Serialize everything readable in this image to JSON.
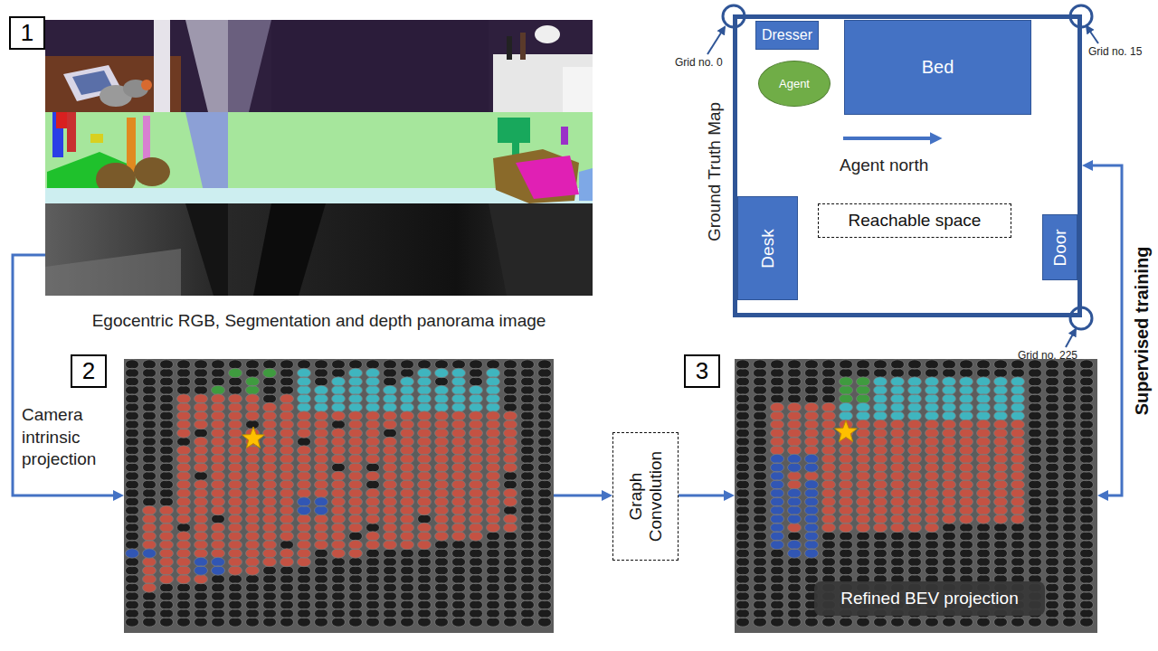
{
  "diagram": {
    "nodes": [
      {
        "text": [
          "1",
          "Egocentric RGB, Segmentation and depth panorama image"
        ]
      },
      {
        "text": [
          "Ground Truth Map"
        ]
      },
      {
        "text": [
          "Dresser"
        ],
        "in": 1
      },
      {
        "text": [
          "Agent"
        ],
        "in": 1
      },
      {
        "text": [
          "Bed"
        ],
        "in": 1
      },
      {
        "text": [
          "Reachable space"
        ],
        "in": 1
      },
      {
        "text": [
          "Desk"
        ],
        "in": 1
      },
      {
        "text": [
          "Door"
        ],
        "in": 1
      },
      {
        "text": [
          "2"
        ]
      },
      {
        "text": [
          "Graph Convolution"
        ]
      },
      {
        "text": [
          "3"
        ]
      },
      {
        "text": [
          "Refined BEV projection"
        ],
        "in": 10
      }
    ],
    "edges": [
      {
        "from": 0,
        "to": 8,
        "arrow": "to",
        "label": "Camera intrinsic projection"
      },
      {
        "from": 8,
        "to": 9,
        "arrow": "to"
      },
      {
        "from": 9,
        "to": 10,
        "arrow": "to"
      },
      {
        "from": 1,
        "to": 10,
        "arrow": "both",
        "label": "Supervised training"
      }
    ],
    "labels": [
      "Grid no. 0",
      "Grid no. 15",
      "Agent north",
      "Grid no. 225"
    ]
  }
}
